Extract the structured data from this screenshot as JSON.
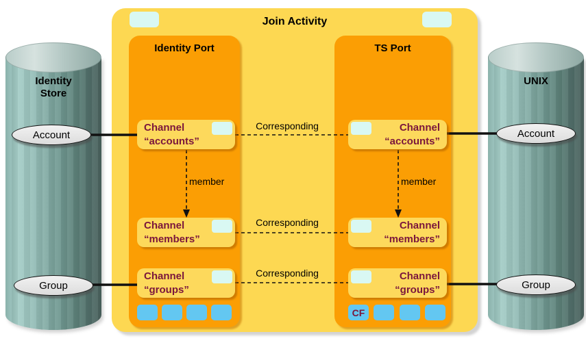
{
  "colors": {
    "outer_yellow": "#FDD852",
    "port_orange": "#FB9E04",
    "channel_yellow": "#FDD95C",
    "channel_text_maroon": "#7A163C",
    "pale_cyan_chip": "#D9F8F3",
    "blue_square": "#63C7F1",
    "cylinder_teal": "#7FA8A1",
    "entity_gray": "#E9E9E9",
    "line_black": "#111111"
  },
  "diagram": {
    "title": "Join Activity",
    "left_store": {
      "title": "Identity Store",
      "entities": [
        "Account",
        "Group"
      ]
    },
    "right_store": {
      "title": "UNIX",
      "entities": [
        "Account",
        "Group"
      ]
    },
    "identity_port": {
      "title": "Identity Port",
      "channels": [
        {
          "line1": "Channel",
          "line2": "“accounts”"
        },
        {
          "line1": "Channel",
          "line2": "“members”"
        },
        {
          "line1": "Channel",
          "line2": "“groups”"
        }
      ]
    },
    "ts_port": {
      "title": "TS Port",
      "channels": [
        {
          "line1": "Channel",
          "line2": "“accounts”"
        },
        {
          "line1": "Channel",
          "line2": "“members”"
        },
        {
          "line1": "Channel",
          "line2": "“groups”"
        }
      ],
      "cf_label": "CF"
    },
    "labels": {
      "corresponding": "Corresponding",
      "member": "member"
    }
  }
}
